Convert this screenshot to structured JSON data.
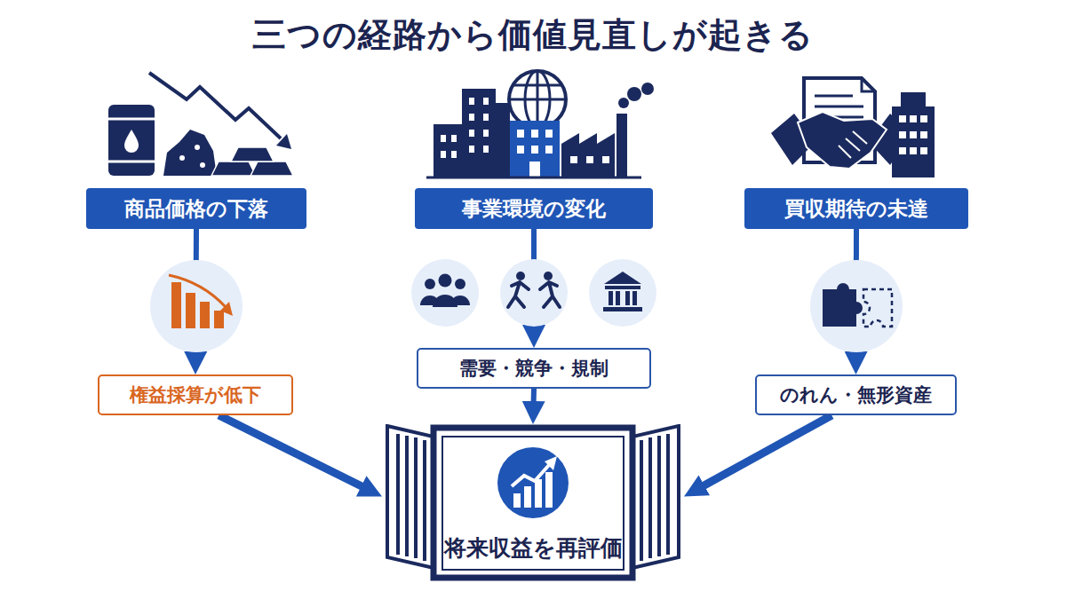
{
  "diagram": {
    "title": "三つの経路から価値見直しが起きる",
    "nodes": [
      {
        "text": [
          "商品価格の下落"
        ]
      },
      {
        "text": [
          "事業環境の変化"
        ]
      },
      {
        "text": [
          "買収期待の未達"
        ]
      },
      {
        "text": [
          "権益採算が低下"
        ]
      },
      {
        "text": [
          "需要・競争・規制"
        ]
      },
      {
        "text": [
          "のれん・無形資産"
        ]
      },
      {
        "text": [
          "将来収益を再評価"
        ]
      }
    ],
    "edges": [
      {
        "from": 0,
        "to": 3,
        "arrow": "to"
      },
      {
        "from": 1,
        "to": 4,
        "arrow": "to"
      },
      {
        "from": 2,
        "to": 5,
        "arrow": "to"
      },
      {
        "from": 3,
        "to": 6,
        "arrow": "to"
      },
      {
        "from": 4,
        "to": 6,
        "arrow": "to"
      },
      {
        "from": 5,
        "to": 6,
        "arrow": "to"
      }
    ]
  }
}
